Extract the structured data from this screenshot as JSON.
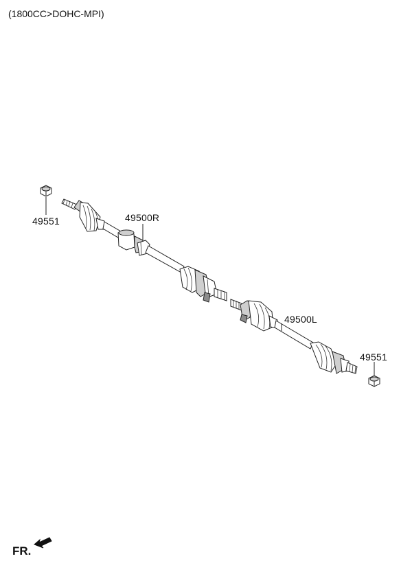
{
  "header": {
    "caption": "(1800CC>DOHC-MPI)"
  },
  "parts": {
    "nut_left": {
      "number": "49551"
    },
    "shaft_right": {
      "number": "49500R"
    },
    "shaft_left": {
      "number": "49500L"
    },
    "nut_right": {
      "number": "49551"
    }
  },
  "orientation": {
    "label": "FR."
  }
}
